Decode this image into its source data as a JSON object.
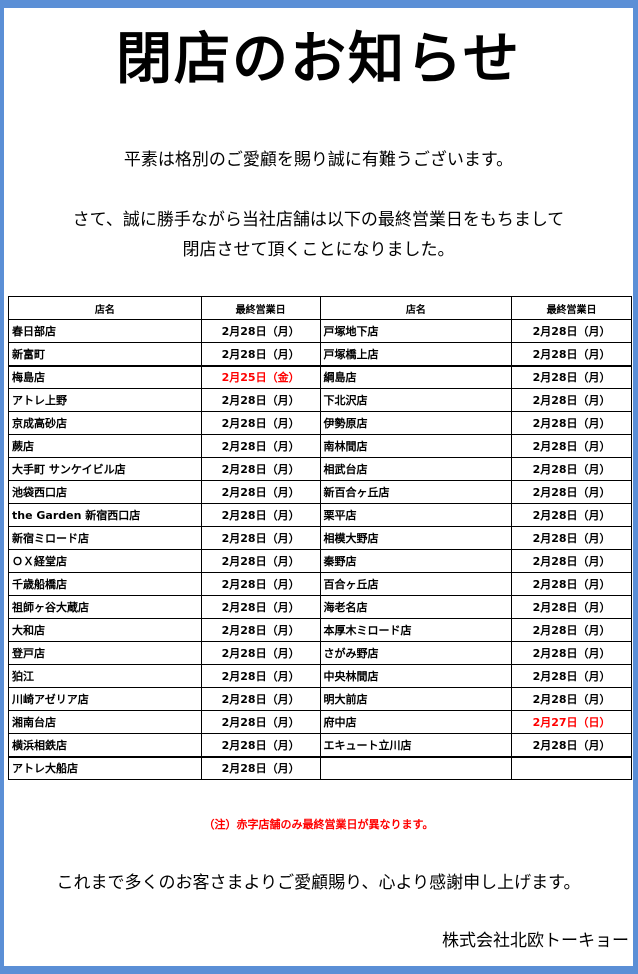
{
  "title": "閉店のお知らせ",
  "greeting": "平素は格別のご愛顧を賜り誠に有難うございます。",
  "body_lines": [
    "さて、誠に勝手ながら当社店舗は以下の最終営業日をもちまして",
    "閉店させて頂くことになりました。"
  ],
  "table": {
    "headers": [
      "店名",
      "最終営業日",
      "店名",
      "最終営業日"
    ],
    "rows": [
      {
        "name1": "春日部店",
        "date1": "2月28日（月）",
        "name2": "戸塚地下店",
        "date2": "2月28日（月）"
      },
      {
        "name1": "新富町",
        "date1": "2月28日（月）",
        "name2": "戸塚橋上店",
        "date2": "2月28日（月）"
      },
      {
        "name1": "梅島店",
        "date1": "2月25日（金）",
        "date1_red": true,
        "name2": "綱島店",
        "date2": "2月28日（月）"
      },
      {
        "name1": "アトレ上野",
        "date1": "2月28日（月）",
        "name2": "下北沢店",
        "date2": "2月28日（月）"
      },
      {
        "name1": "京成高砂店",
        "date1": "2月28日（月）",
        "name2": "伊勢原店",
        "date2": "2月28日（月）"
      },
      {
        "name1": "蕨店",
        "date1": "2月28日（月）",
        "name2": "南林間店",
        "date2": "2月28日（月）"
      },
      {
        "name1": "大手町 サンケイビル店",
        "date1": "2月28日（月）",
        "name2": "相武台店",
        "date2": "2月28日（月）"
      },
      {
        "name1": "池袋西口店",
        "date1": "2月28日（月）",
        "name2": "新百合ヶ丘店",
        "date2": "2月28日（月）"
      },
      {
        "name1": "the Garden 新宿西口店",
        "date1": "2月28日（月）",
        "name2": "栗平店",
        "date2": "2月28日（月）"
      },
      {
        "name1": "新宿ミロード店",
        "date1": "2月28日（月）",
        "name2": "相模大野店",
        "date2": "2月28日（月）"
      },
      {
        "name1": "ＯＸ経堂店",
        "date1": "2月28日（月）",
        "name2": "秦野店",
        "date2": "2月28日（月）"
      },
      {
        "name1": "千歳船橋店",
        "date1": "2月28日（月）",
        "name2": "百合ヶ丘店",
        "date2": "2月28日（月）"
      },
      {
        "name1": "祖師ヶ谷大蔵店",
        "date1": "2月28日（月）",
        "name2": "海老名店",
        "date2": "2月28日（月）"
      },
      {
        "name1": "大和店",
        "date1": "2月28日（月）",
        "name2": "本厚木ミロード店",
        "date2": "2月28日（月）"
      },
      {
        "name1": "登戸店",
        "date1": "2月28日（月）",
        "name2": "さがみ野店",
        "date2": "2月28日（月）"
      },
      {
        "name1": "狛江",
        "date1": "2月28日（月）",
        "name2": "中央林間店",
        "date2": "2月28日（月）"
      },
      {
        "name1": "川崎アゼリア店",
        "date1": "2月28日（月）",
        "name2": "明大前店",
        "date2": "2月28日（月）"
      },
      {
        "name1": "湘南台店",
        "date1": "2月28日（月）",
        "name2": "府中店",
        "date2": "2月27日（日）",
        "date2_red": true
      },
      {
        "name1": "横浜相鉄店",
        "date1": "2月28日（月）",
        "name2": "エキュート立川店",
        "date2": "2月28日（月）"
      },
      {
        "name1": "アトレ大船店",
        "date1": "2月28日（月）",
        "name2": "",
        "date2": ""
      }
    ]
  },
  "note": "（注）赤字店舗のみ最終営業日が異なります。",
  "thanks": "これまで多くのお客さまよりご愛顧賜り、心より感謝申し上げます。",
  "company": "株式会社北欧トーキョー",
  "colors": {
    "frame": "#5b8fd6",
    "highlight": "#ff0000",
    "text": "#000000"
  }
}
